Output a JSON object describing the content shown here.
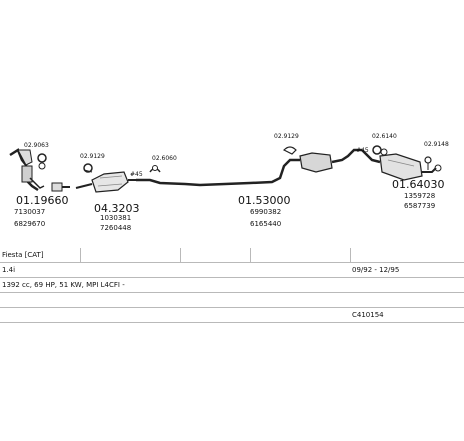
{
  "parts": [
    {
      "id": "p1",
      "number": "01.19660",
      "refs": [
        "7130037",
        "6829670"
      ],
      "clamp": "02.9063"
    },
    {
      "id": "p2",
      "number": "04.3203",
      "refs": [
        "1030381",
        "7260448"
      ],
      "clamp": "02.9129",
      "note": "#45"
    },
    {
      "id": "p3",
      "number": "01.53000",
      "refs": [
        "6990382",
        "6165440"
      ],
      "clamp": "02.6060"
    },
    {
      "id": "p4",
      "number": "01.64030",
      "refs": [
        "1359728",
        "6587739"
      ],
      "clamps": [
        "02.9129",
        "02.6140",
        "02.9148"
      ],
      "note": "#45"
    }
  ],
  "vehicle": {
    "model": "Fiesta [CAT]",
    "engine": "1.4i",
    "period": "09/92 - 12/95",
    "spec": "1392 cc, 69 HP, 51 KW, MPI L4CFI -",
    "code": "C410154"
  }
}
